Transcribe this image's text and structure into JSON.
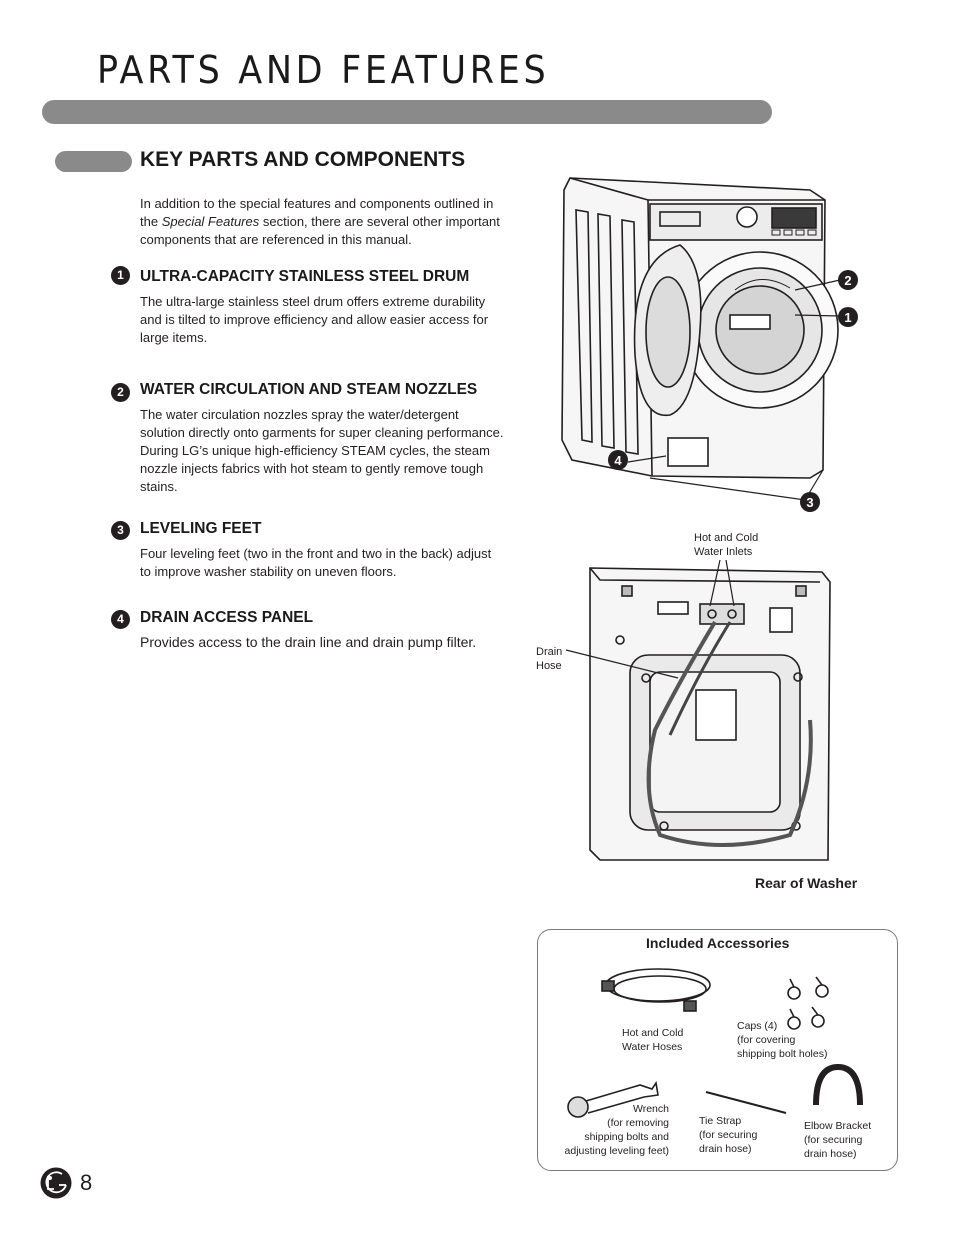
{
  "header": {
    "title": "PARTS AND FEATURES"
  },
  "section": {
    "heading": "KEY PARTS AND COMPONENTS",
    "intro_before": "In addition to the special features and components outlined in the ",
    "intro_italic": "Special Features",
    "intro_after": " section, there are several other important components that are referenced in this manual."
  },
  "features": [
    {
      "number": "1",
      "title": "ULTRA-CAPACITY STAINLESS STEEL DRUM",
      "body": "The ultra-large stainless steel drum offers extreme durability and is tilted to improve efficiency and allow easier access for large items."
    },
    {
      "number": "2",
      "title": "WATER CIRCULATION AND STEAM NOZZLES",
      "body": "The water circulation nozzles spray the water/detergent solution directly onto garments for super cleaning performance. During LG’s unique high-efficiency STEAM cycles, the steam nozzle injects fabrics with hot steam to gently remove tough stains."
    },
    {
      "number": "3",
      "title": "LEVELING FEET",
      "body": "Four leveling feet (two in the front and two in the back) adjust to improve washer stability on uneven floors."
    },
    {
      "number": "4",
      "title": "DRAIN ACCESS PANEL",
      "body": "Provides access to the drain line and drain pump filter."
    }
  ],
  "front_diagram": {
    "callouts": [
      "2",
      "1",
      "4",
      "3"
    ]
  },
  "rear_diagram": {
    "label_inlets_line1": "Hot and Cold",
    "label_inlets_line2": "Water Inlets",
    "label_drain_line1": "Drain",
    "label_drain_line2": "Hose",
    "caption": "Rear of Washer"
  },
  "accessories": {
    "title": "Included Accessories",
    "hoses": [
      "Hot and Cold",
      "Water Hoses"
    ],
    "caps": [
      "Caps (4)",
      "(for covering",
      "shipping bolt holes)"
    ],
    "wrench": [
      "Wrench",
      "(for removing",
      "shipping bolts and",
      "adjusting leveling feet)"
    ],
    "tie_strap": [
      "Tie Strap",
      "(for securing",
      "drain hose)"
    ],
    "elbow": [
      "Elbow Bracket",
      "(for securing",
      "drain hose)"
    ]
  },
  "footer": {
    "page_number": "8",
    "logo_text": "LG"
  },
  "colors": {
    "bar_gray": "#8a8a8a",
    "ink": "#231f20"
  }
}
